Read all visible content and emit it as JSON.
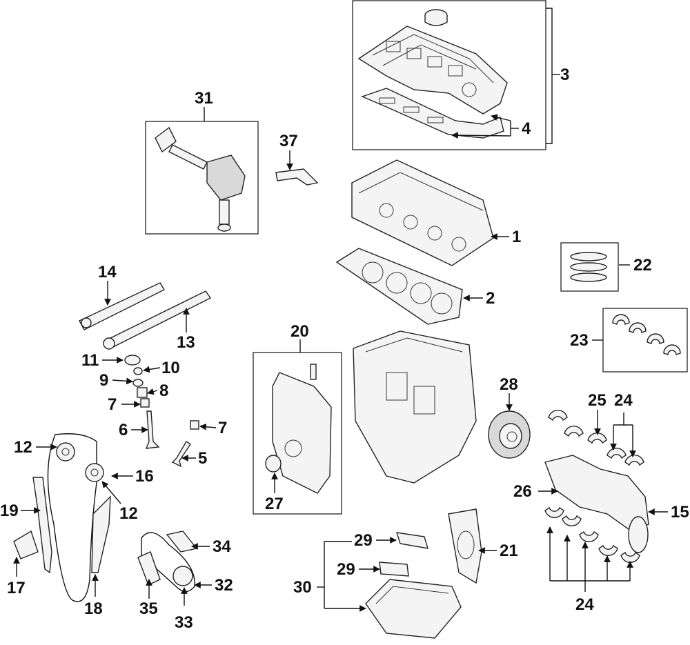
{
  "diagram": {
    "callouts": [
      {
        "id": "c1",
        "label": "1"
      },
      {
        "id": "c2",
        "label": "2"
      },
      {
        "id": "c3",
        "label": "3"
      },
      {
        "id": "c4",
        "label": "4"
      },
      {
        "id": "c5",
        "label": "5"
      },
      {
        "id": "c6",
        "label": "6"
      },
      {
        "id": "c7a",
        "label": "7"
      },
      {
        "id": "c7b",
        "label": "7"
      },
      {
        "id": "c8",
        "label": "8"
      },
      {
        "id": "c9",
        "label": "9"
      },
      {
        "id": "c10",
        "label": "10"
      },
      {
        "id": "c11",
        "label": "11"
      },
      {
        "id": "c12a",
        "label": "12"
      },
      {
        "id": "c12b",
        "label": "12"
      },
      {
        "id": "c13",
        "label": "13"
      },
      {
        "id": "c14",
        "label": "14"
      },
      {
        "id": "c15",
        "label": "15"
      },
      {
        "id": "c16",
        "label": "16"
      },
      {
        "id": "c17",
        "label": "17"
      },
      {
        "id": "c18",
        "label": "18"
      },
      {
        "id": "c19",
        "label": "19"
      },
      {
        "id": "c20",
        "label": "20"
      },
      {
        "id": "c21",
        "label": "21"
      },
      {
        "id": "c22",
        "label": "22"
      },
      {
        "id": "c23",
        "label": "23"
      },
      {
        "id": "c24a",
        "label": "24"
      },
      {
        "id": "c24b",
        "label": "24"
      },
      {
        "id": "c25",
        "label": "25"
      },
      {
        "id": "c26",
        "label": "26"
      },
      {
        "id": "c27",
        "label": "27"
      },
      {
        "id": "c28",
        "label": "28"
      },
      {
        "id": "c29a",
        "label": "29"
      },
      {
        "id": "c29b",
        "label": "29"
      },
      {
        "id": "c30",
        "label": "30"
      },
      {
        "id": "c31",
        "label": "31"
      },
      {
        "id": "c32",
        "label": "32"
      },
      {
        "id": "c33",
        "label": "33"
      },
      {
        "id": "c34",
        "label": "34"
      },
      {
        "id": "c35",
        "label": "35"
      },
      {
        "id": "c37",
        "label": "37"
      }
    ]
  }
}
